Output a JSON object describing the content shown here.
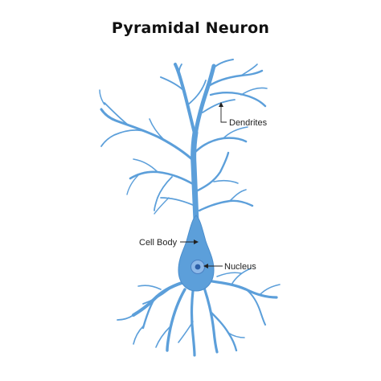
{
  "title": "Pyramidal Neuron",
  "labels": {
    "dendrites": "Dendrites",
    "cell_body": "Cell Body",
    "nucleus": "Nucleus"
  },
  "colors": {
    "neuron_fill": "#5c9fda",
    "neuron_stroke": "#4a8dcc",
    "nucleus_outer": "#8db8e8",
    "nucleus_inner": "#2d5fa8",
    "text": "#111111",
    "pointer": "#222222"
  }
}
